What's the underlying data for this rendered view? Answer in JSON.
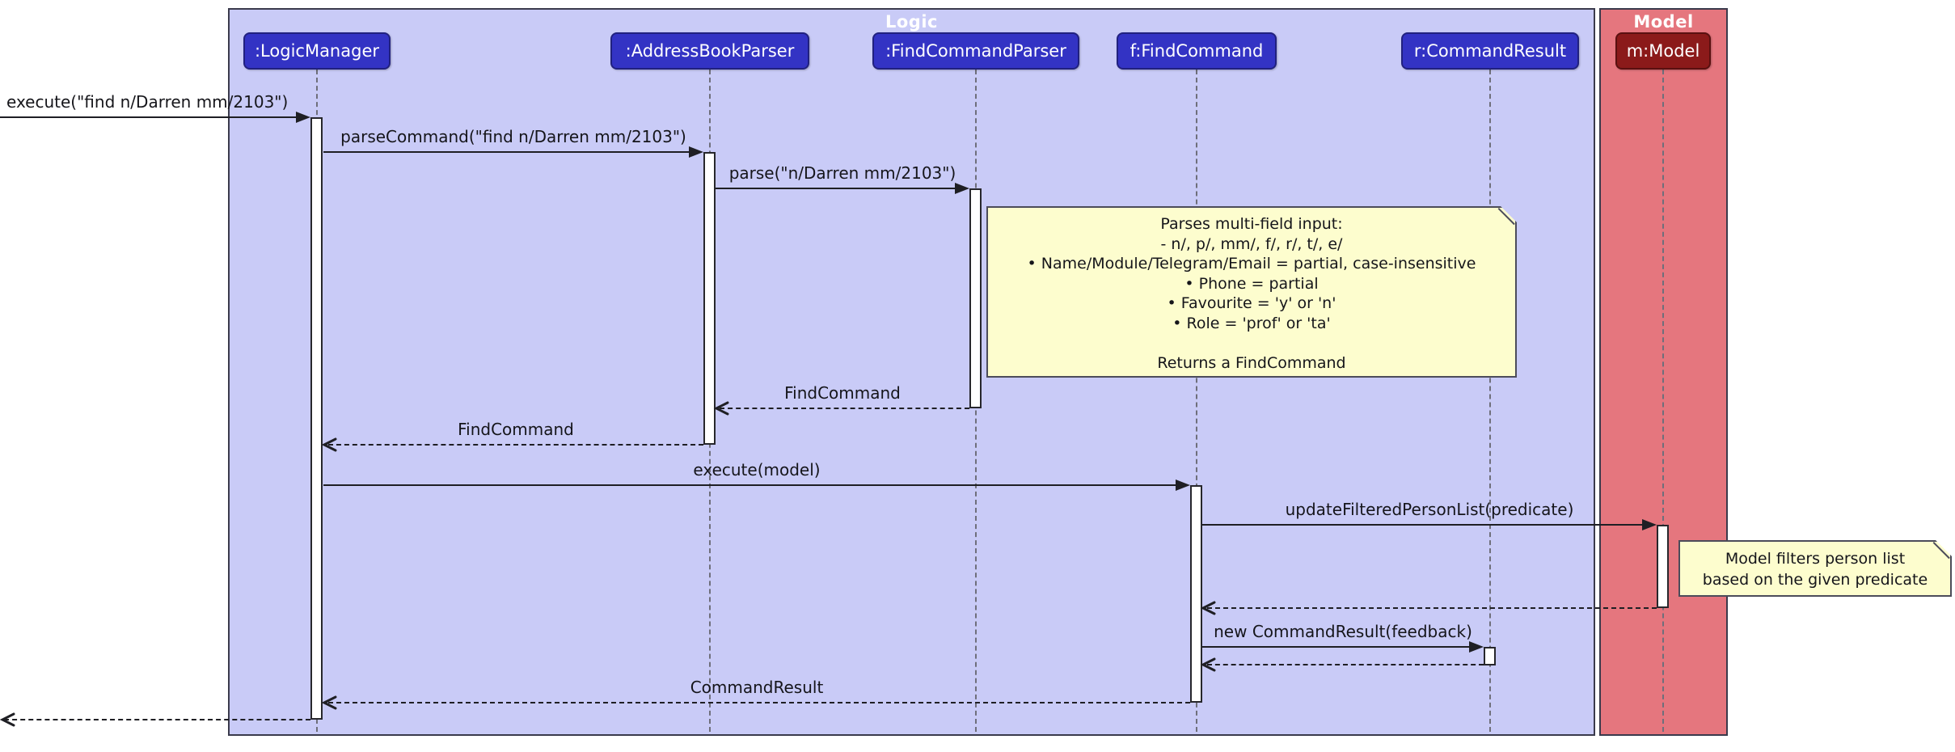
{
  "diagram": {
    "type": "uml-sequence-diagram",
    "frames": [
      {
        "title": "Logic"
      },
      {
        "title": "Model"
      }
    ],
    "participants": [
      {
        "label": ":LogicManager"
      },
      {
        "label": ":AddressBookParser"
      },
      {
        "label": ":FindCommandParser"
      },
      {
        "label": "f:FindCommand"
      },
      {
        "label": "r:CommandResult"
      },
      {
        "label": "m:Model"
      }
    ],
    "messages": [
      {
        "label": "execute(\"find n/Darren mm/2103\")",
        "type": "call",
        "from": "outside",
        "to": ":LogicManager"
      },
      {
        "label": "parseCommand(\"find n/Darren mm/2103\")",
        "type": "call",
        "from": ":LogicManager",
        "to": ":AddressBookParser"
      },
      {
        "label": "parse(\"n/Darren mm/2103\")",
        "type": "call",
        "from": ":AddressBookParser",
        "to": ":FindCommandParser"
      },
      {
        "label": "FindCommand",
        "type": "return",
        "from": ":FindCommandParser",
        "to": ":AddressBookParser"
      },
      {
        "label": "FindCommand",
        "type": "return",
        "from": ":AddressBookParser",
        "to": ":LogicManager"
      },
      {
        "label": "execute(model)",
        "type": "call",
        "from": ":LogicManager",
        "to": "f:FindCommand"
      },
      {
        "label": "updateFilteredPersonList(predicate)",
        "type": "call",
        "from": "f:FindCommand",
        "to": "m:Model"
      },
      {
        "label": "",
        "type": "return",
        "from": "m:Model",
        "to": "f:FindCommand"
      },
      {
        "label": "new CommandResult(feedback)",
        "type": "call",
        "from": "f:FindCommand",
        "to": "r:CommandResult"
      },
      {
        "label": "",
        "type": "return",
        "from": "r:CommandResult",
        "to": "f:FindCommand"
      },
      {
        "label": "CommandResult",
        "type": "return",
        "from": "f:FindCommand",
        "to": ":LogicManager"
      },
      {
        "label": "",
        "type": "return",
        "from": ":LogicManager",
        "to": "outside"
      }
    ],
    "notes": [
      {
        "lines": [
          "Parses multi-field input:",
          "- n/, p/, mm/, f/, r/, t/, e/",
          "• Name/Module/Telegram/Email = partial, case-insensitive",
          "• Phone = partial",
          "• Favourite = 'y' or 'n'",
          "• Role = 'prof' or 'ta'",
          "",
          "Returns a FindCommand"
        ]
      },
      {
        "lines": [
          "Model filters person list",
          "based on the given predicate"
        ]
      }
    ],
    "colors": {
      "logicFill": "#C9CBF7",
      "modelFill": "#E5767E",
      "participantBlue": "#3333C4",
      "participantRed": "#8B1A1A",
      "noteFill": "#FDFDCE",
      "noteBorder": "#4c4c5a",
      "frameBorder": "#3a3a4c",
      "lifeline": "#6f6f7b",
      "arrow": "#1f1f24"
    }
  }
}
